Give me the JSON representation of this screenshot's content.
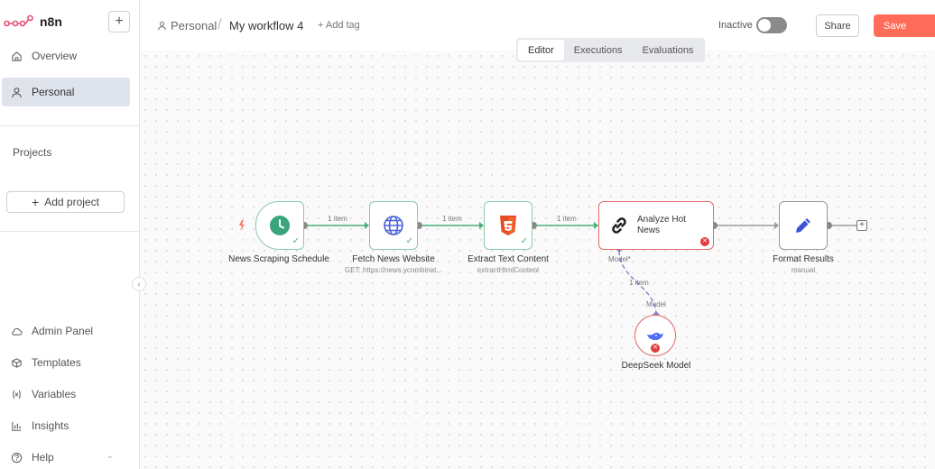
{
  "app": {
    "brand": "n8n"
  },
  "sidebar": {
    "items": [
      {
        "label": "Overview",
        "icon": "home-icon"
      },
      {
        "label": "Personal",
        "icon": "user-icon"
      }
    ],
    "projects_title": "Projects",
    "add_project": "Add project",
    "bottom_items": [
      {
        "label": "Admin Panel",
        "icon": "cloud-icon"
      },
      {
        "label": "Templates",
        "icon": "box-icon"
      },
      {
        "label": "Variables",
        "icon": "variables-icon"
      },
      {
        "label": "Insights",
        "icon": "bar-chart-icon"
      },
      {
        "label": "Help",
        "icon": "help-icon"
      }
    ]
  },
  "header": {
    "breadcrumb_project": "Personal",
    "workflow_title": "My workflow 4",
    "add_tag": "+ Add tag",
    "status_label": "Inactive",
    "share": "Share",
    "save": "Save"
  },
  "tabs": [
    {
      "label": "Editor",
      "active": true
    },
    {
      "label": "Executions",
      "active": false
    },
    {
      "label": "Evaluations",
      "active": false
    }
  ],
  "nodes": [
    {
      "title": "News Scraping Schedule",
      "subtitle": ""
    },
    {
      "title": "Fetch News Website",
      "subtitle": "GET: https://news.ycombinat..."
    },
    {
      "title": "Extract Text Content",
      "subtitle": "extractHtmlContent"
    },
    {
      "title": "Analyze Hot News",
      "subtitle": ""
    },
    {
      "title": "Format Results",
      "subtitle": "manual"
    },
    {
      "title": "DeepSeek Model",
      "subtitle": ""
    }
  ],
  "connections": {
    "item_label": "1 item",
    "model_port": "Model*",
    "model_label": "Model"
  },
  "colors": {
    "accent": "#ff6d5a",
    "success": "#4caf7d",
    "error": "#e23c3c"
  }
}
